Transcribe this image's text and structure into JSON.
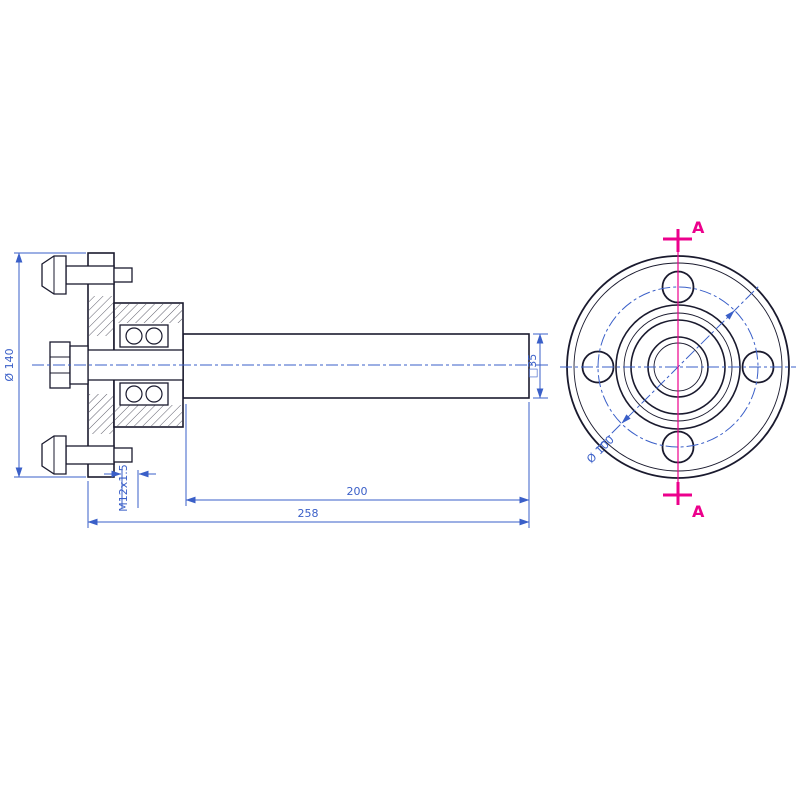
{
  "drawing": {
    "colors": {
      "outline": "#1a1a2e",
      "dimension": "#3a5fc8",
      "section_mark": "#ec008c",
      "background": "#ffffff"
    },
    "section_view": {
      "dim_flange_diameter": "Ø 140",
      "dim_square_tube": "□35",
      "dim_tube_length": "200",
      "dim_overall_length": "258",
      "dim_stud_thread": "M12x1.5"
    },
    "front_view": {
      "dim_bolt_circle": "Ø 100",
      "section_label_top": "A",
      "section_label_bottom": "A"
    }
  }
}
